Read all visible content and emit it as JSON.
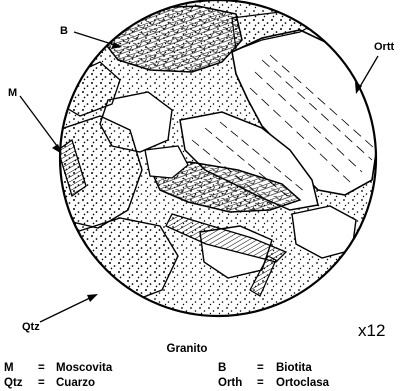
{
  "figure": {
    "labels": {
      "biotite_marker": "B",
      "orthoclase_marker": "Ortt",
      "muscovite_marker": "M",
      "quartz_marker": "Qtz"
    },
    "magnification": "x12",
    "caption": "Granito",
    "legend": [
      {
        "abbr": "M",
        "eq": "=",
        "name": "Moscovita"
      },
      {
        "abbr": "B",
        "eq": "=",
        "name": "Biotita"
      },
      {
        "abbr": "Qtz",
        "eq": "=",
        "name": "Cuarzo"
      },
      {
        "abbr": "Orth",
        "eq": "=",
        "name": "Ortoclasa"
      }
    ]
  }
}
